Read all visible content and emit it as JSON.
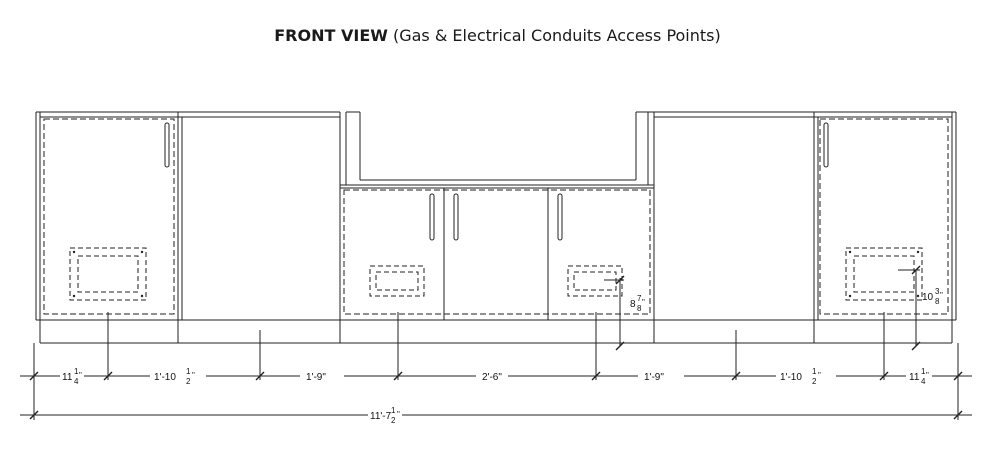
{
  "title": {
    "main": "FRONT VIEW",
    "sub": "(Gas & Electrical Conduits Access Points)"
  },
  "dimensions": [
    {
      "id": "d1",
      "whole": "11",
      "num": "1",
      "den": "4",
      "unit": "\""
    },
    {
      "id": "d2",
      "whole": "1'-10",
      "num": "1",
      "den": "2",
      "unit": "\""
    },
    {
      "id": "d3",
      "whole": "1'-9\"",
      "num": "",
      "den": "",
      "unit": ""
    },
    {
      "id": "d4",
      "whole": "2'-6\"",
      "num": "",
      "den": "",
      "unit": ""
    },
    {
      "id": "d5",
      "whole": "1'-9\"",
      "num": "",
      "den": "",
      "unit": ""
    },
    {
      "id": "d6",
      "whole": "1'-10",
      "num": "1",
      "den": "2",
      "unit": "\""
    },
    {
      "id": "d7",
      "whole": "11",
      "num": "1",
      "den": "4",
      "unit": "\""
    },
    {
      "id": "total",
      "whole": "11'-7",
      "num": "1",
      "den": "2",
      "unit": "\""
    },
    {
      "id": "v1",
      "whole": "8",
      "num": "7",
      "den": "8",
      "unit": "\""
    },
    {
      "id": "v2",
      "whole": "10",
      "num": "3",
      "den": "8",
      "unit": "\""
    }
  ]
}
